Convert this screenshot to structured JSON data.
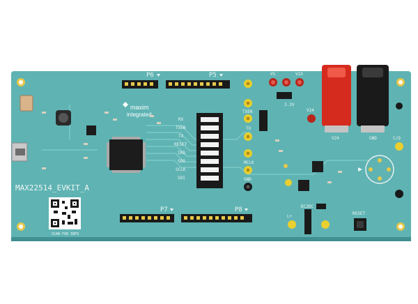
{
  "board": {
    "title": "MAX22514_EVKIT_A",
    "logo_line1": "maxim",
    "logo_line2": "integrated",
    "qr_caption": "SCAN FOR INFO",
    "colors": {
      "pcb": "#5fb3b3",
      "pcb_dark": "#3f8f93",
      "gold": "#e5c84a",
      "red_jack": "#d52b1e",
      "black_jack": "#1a1a1a",
      "chip": "#1c1c1c"
    }
  },
  "headers": {
    "p6": "P6",
    "p5": "P5",
    "p7": "P7",
    "p8": "P8"
  },
  "labels": {
    "tx_left": "TX",
    "txen": "TXEN",
    "tx": "TX",
    "rx": "RX",
    "reset": "RESET",
    "sdi": "SDI",
    "sdo": "SDO",
    "sclk": "SCLK",
    "mclk": "MCLK",
    "irq": "IRQ",
    "gnd": "GND",
    "v24": "V24",
    "v5": "V5",
    "v33": "V33",
    "v3": "3.3V",
    "l_plus": "L+",
    "c_q": "C/Q",
    "dc_dc": "DC2DC",
    "reset_btn": "RESET",
    "gnd_jack": "GND"
  }
}
